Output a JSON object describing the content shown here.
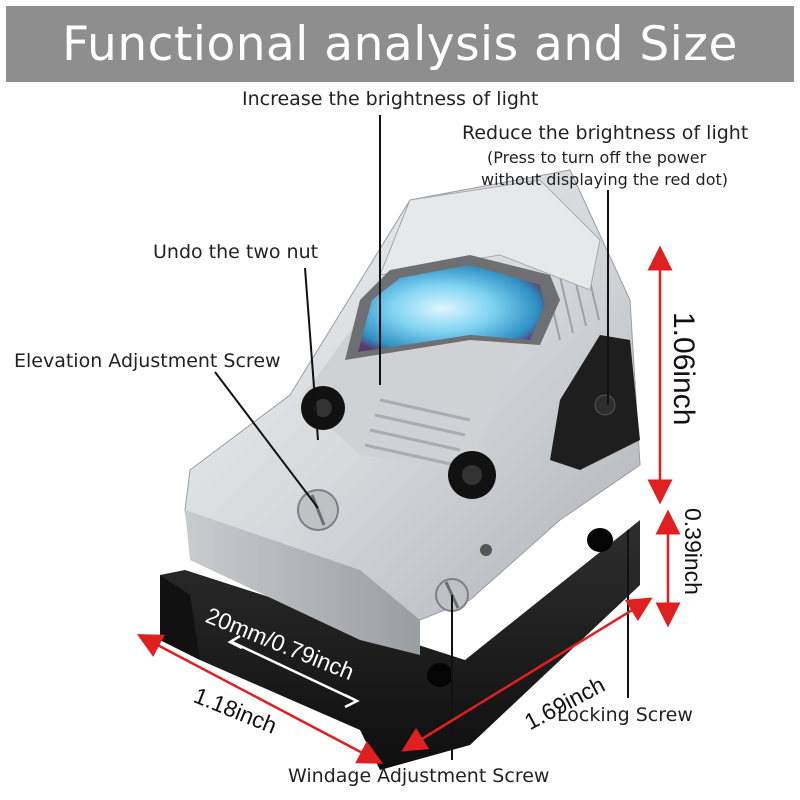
{
  "title": "Functional analysis and Size",
  "labels": {
    "increase": "Increase the brightness of light",
    "reduce": "Reduce the brightness of light",
    "reduce_note_1": "(Press to turn off the power",
    "reduce_note_2": "without displaying the red dot)",
    "undo": "Undo the two nut",
    "elevation": "Elevation Adjustment Screw",
    "locking": "Locking Screw",
    "windage": "Windage Adjustment Screw"
  },
  "dimensions": {
    "height_total": "1.06inch",
    "height_base": "0.39inch",
    "length": "1.69inch",
    "width": "1.18inch",
    "rail": "20mm/0.79inch"
  },
  "colors": {
    "title_bg": "#8e8e8e",
    "title_text": "#ffffff",
    "dimension_arrow": "#e02020",
    "body_silver": "#d8dadd",
    "base_black": "#1c1c1c",
    "lens_blue": "#3fb7e8"
  }
}
